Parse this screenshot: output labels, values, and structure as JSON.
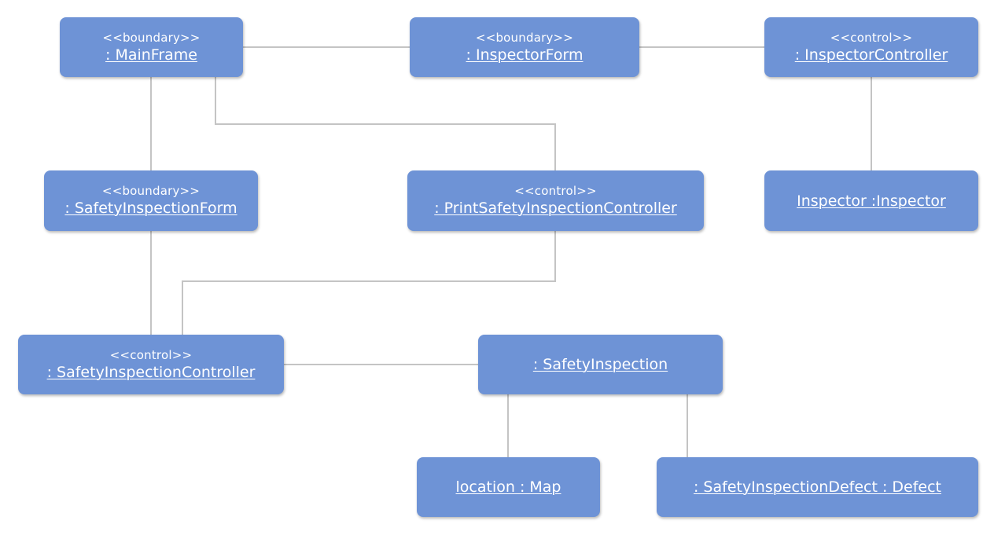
{
  "diagram": {
    "colors": {
      "box_fill": "#6e93d6",
      "box_text": "#ffffff",
      "connector": "#c4c4c4",
      "background": "#ffffff"
    },
    "objects": [
      {
        "id": "main_frame",
        "stereotype": "<<boundary>>",
        "name": ": MainFrame"
      },
      {
        "id": "inspector_form",
        "stereotype": "<<boundary>>",
        "name": ": InspectorForm"
      },
      {
        "id": "inspector_controller",
        "stereotype": "<<control>>",
        "name": ": InspectorController"
      },
      {
        "id": "safety_inspection_form",
        "stereotype": "<<boundary>>",
        "name": ": SafetyInspectionForm"
      },
      {
        "id": "print_safety_inspection_controller",
        "stereotype": "<<control>>",
        "name": ": PrintSafetyInspectionController"
      },
      {
        "id": "inspector",
        "stereotype": "",
        "name": "Inspector :Inspector"
      },
      {
        "id": "safety_inspection_controller",
        "stereotype": "<<control>>",
        "name": ": SafetyInspectionController"
      },
      {
        "id": "safety_inspection",
        "stereotype": "",
        "name": ": SafetyInspection"
      },
      {
        "id": "location_map",
        "stereotype": "",
        "name": "location : Map"
      },
      {
        "id": "safety_inspection_defect",
        "stereotype": "",
        "name": ": SafetyInspectionDefect : Defect"
      }
    ],
    "links": [
      {
        "from": "main_frame",
        "to": "inspector_form"
      },
      {
        "from": "inspector_form",
        "to": "inspector_controller"
      },
      {
        "from": "inspector_controller",
        "to": "inspector"
      },
      {
        "from": "main_frame",
        "to": "safety_inspection_form"
      },
      {
        "from": "main_frame",
        "to": "print_safety_inspection_controller"
      },
      {
        "from": "safety_inspection_form",
        "to": "safety_inspection_controller"
      },
      {
        "from": "print_safety_inspection_controller",
        "to": "safety_inspection_controller"
      },
      {
        "from": "safety_inspection_controller",
        "to": "safety_inspection"
      },
      {
        "from": "safety_inspection",
        "to": "location_map"
      },
      {
        "from": "safety_inspection",
        "to": "safety_inspection_defect"
      }
    ]
  }
}
